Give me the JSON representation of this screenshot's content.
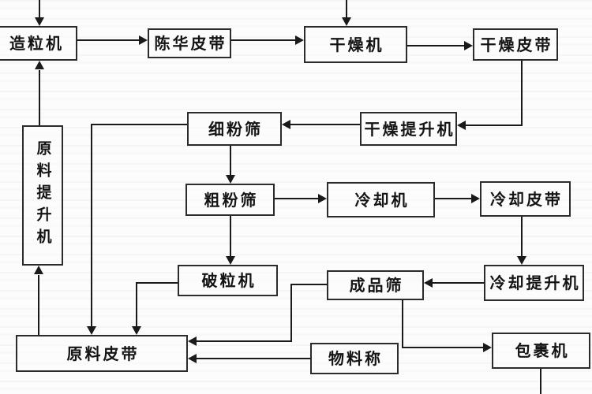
{
  "diagram": {
    "type": "flowchart",
    "language": "zh-CN",
    "colors": {
      "background": "#fcfcfc",
      "line": "#1a1a1a",
      "box_border": "#2b2b2b",
      "text": "#141414"
    },
    "nodes": [
      {
        "id": "granulator",
        "label": "造粒机"
      },
      {
        "id": "aging-belt",
        "label": "陈华皮带"
      },
      {
        "id": "dryer",
        "label": "干燥机"
      },
      {
        "id": "drying-belt",
        "label": "干燥皮带"
      },
      {
        "id": "raw-elevator",
        "label": "原料提升机",
        "orientation": "vertical"
      },
      {
        "id": "fine-sieve",
        "label": "细粉筛"
      },
      {
        "id": "drying-elevator",
        "label": "干燥提升机"
      },
      {
        "id": "coarse-sieve",
        "label": "粗粉筛"
      },
      {
        "id": "cooler",
        "label": "冷却机"
      },
      {
        "id": "cooling-belt",
        "label": "冷却皮带"
      },
      {
        "id": "crusher",
        "label": "破粒机"
      },
      {
        "id": "product-sieve",
        "label": "成品筛"
      },
      {
        "id": "cooling-elevator",
        "label": "冷却提升机"
      },
      {
        "id": "raw-belt",
        "label": "原料皮带"
      },
      {
        "id": "material-scale",
        "label": "物料称"
      },
      {
        "id": "wrapping-machine",
        "label": "包裹机"
      }
    ],
    "edges": [
      {
        "from": "offscreen-top",
        "to": "granulator"
      },
      {
        "from": "granulator",
        "to": "aging-belt"
      },
      {
        "from": "aging-belt",
        "to": "dryer"
      },
      {
        "from": "offscreen-top",
        "to": "dryer"
      },
      {
        "from": "dryer",
        "to": "drying-belt"
      },
      {
        "from": "drying-belt",
        "to": "drying-elevator"
      },
      {
        "from": "drying-elevator",
        "to": "fine-sieve"
      },
      {
        "from": "fine-sieve",
        "to": "raw-belt"
      },
      {
        "from": "fine-sieve",
        "to": "coarse-sieve"
      },
      {
        "from": "coarse-sieve",
        "to": "cooler"
      },
      {
        "from": "cooler",
        "to": "cooling-belt"
      },
      {
        "from": "cooling-belt",
        "to": "cooling-elevator"
      },
      {
        "from": "cooling-elevator",
        "to": "product-sieve"
      },
      {
        "from": "coarse-sieve",
        "to": "crusher"
      },
      {
        "from": "crusher",
        "to": "raw-belt"
      },
      {
        "from": "product-sieve",
        "to": "raw-belt"
      },
      {
        "from": "product-sieve",
        "to": "wrapping-machine"
      },
      {
        "from": "material-scale",
        "to": "raw-belt"
      },
      {
        "from": "raw-belt",
        "to": "raw-elevator"
      },
      {
        "from": "raw-elevator",
        "to": "granulator"
      },
      {
        "from": "wrapping-machine",
        "to": "offscreen-bottom"
      }
    ]
  }
}
